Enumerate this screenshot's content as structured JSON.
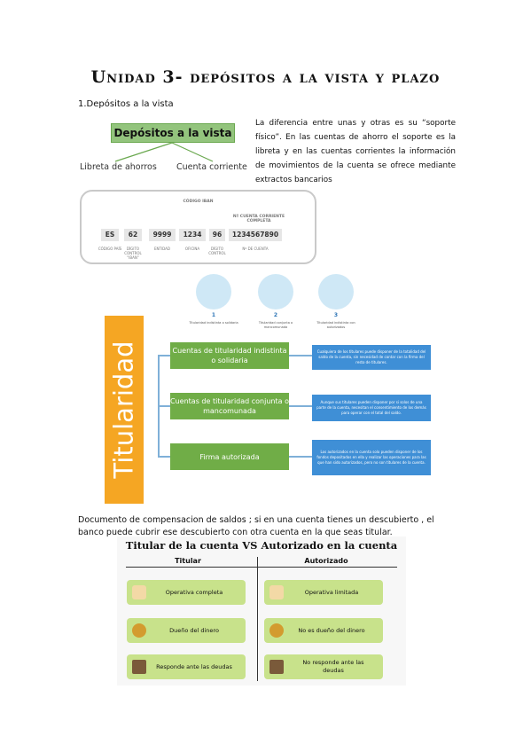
{
  "title": "Unidad 3- depósitos a la vista y plazo",
  "section1": "1.Depósitos a la vista",
  "depositos": {
    "box_label": "Depósitos a la vista",
    "left": "Libreta de ahorros",
    "right": "Cuenta corriente"
  },
  "paragraph": "La diferencia entre unas y otras es su “soporte físico”. En las cuentas de ahorro el soporte es la libreta y en las cuentas corrientes la información de movimientos de la cuenta se ofrece mediante extractos bancarios",
  "iban": {
    "header": "CÓDIGO IBAN",
    "subheader": "Nº CUENTA CORRIENTE COMPLETA",
    "cells": [
      "ES",
      "62",
      "9999",
      "1234",
      "96",
      "1234567890"
    ],
    "captions": [
      "CÓDIGO PAÍS",
      "DÍGITO CONTROL “IBAN”",
      "ENTIDAD",
      "OFICINA",
      "DÍGITO CONTROL",
      "Nº DE CUENTA"
    ]
  },
  "circles": [
    {
      "num": "1",
      "text": "Titularidad indistinta o solidaria"
    },
    {
      "num": "2",
      "text": "Titularidad conjunta o mancomunada"
    },
    {
      "num": "3",
      "text": "Titularidad indistinta con autorizados"
    }
  ],
  "titularidad": {
    "label": "Titularidad",
    "rows": [
      {
        "green": "Cuentas de titularidad indistinta o solidaria",
        "blue": "Cualquiera de los titulares puede disponer de la totalidad del saldo de la cuenta, sin necesidad de contar con la firma del resto de titulares."
      },
      {
        "green": "Cuentas de titularidad conjunta o mancomunada",
        "blue": "Aunque sus titulares pueden disponer por si solos de una parte de la cuenta, necesitan el consentimiento de los demás para operar con el total del saldo."
      },
      {
        "green": "Firma autorizada",
        "blue": "Los autorizados en la cuenta solo pueden disponer de los fondos depositados en ella y realizar las operaciones para las que han sido autorizados, pero no son titulares de la cuenta."
      }
    ]
  },
  "compensacion": "Documento de compensacion de saldos ; si en una cuenta tienes un descubierto , el banco puede cubrir ese descubierto con otra cuenta en la que seas titular.",
  "titular_vs": {
    "title": "Titular de la cuenta VS Autorizado en la cuenta",
    "col_left": "Titular",
    "col_right": "Autorizado",
    "left_rows": [
      "Operativa completa",
      "Dueño del dinero",
      "Responde ante las deudas"
    ],
    "right_rows": [
      "Operativa limitada",
      "No es dueño del dinero",
      "No responde ante las deudas"
    ]
  },
  "colors": {
    "green": "#70ad47",
    "blue": "#3f8fd6",
    "orange": "#f5a623",
    "light_green": "#c8e28b"
  }
}
